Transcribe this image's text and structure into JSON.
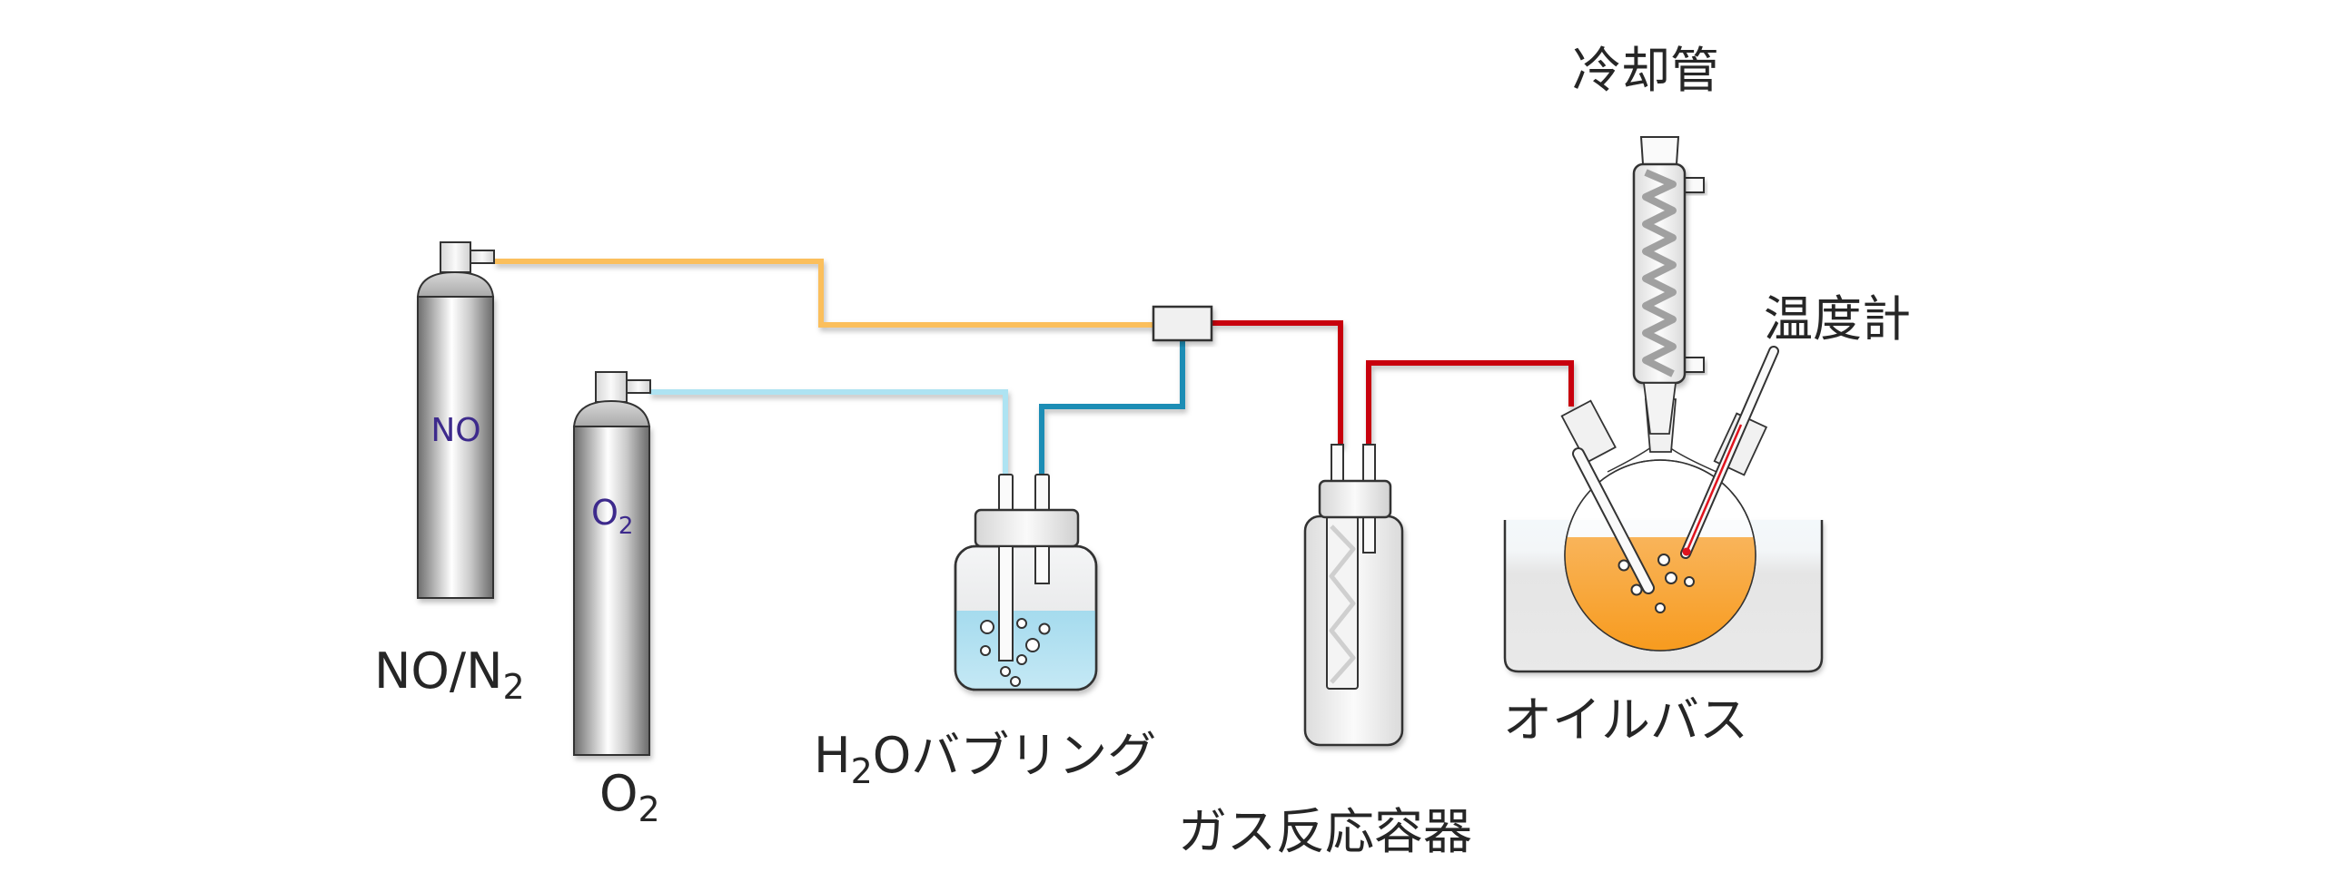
{
  "diagram": {
    "cylinders": [
      {
        "id": "no",
        "inner_label": "NO",
        "label_main": "NO/N",
        "label_sub": "2"
      },
      {
        "id": "o2",
        "inner_label_main": "O",
        "inner_label_sub": "2",
        "label_main": "O",
        "label_sub": "2"
      }
    ],
    "bubbler": {
      "label_pre": "H",
      "label_sub": "2",
      "label_post": "Oバブリング"
    },
    "gas_reactor": {
      "label": "ガス反応容器"
    },
    "oil_bath": {
      "label": "オイルバス"
    },
    "condenser": {
      "label": "冷却管"
    },
    "thermometer": {
      "label": "温度計"
    },
    "colors": {
      "no_line": "#fbbf5c",
      "o2_line": "#aee3f2",
      "humid_line": "#1e8db5",
      "mixed_line": "#c8000a",
      "water": "#a6dcef",
      "oil": "#f7a12c",
      "gas_text": "#3d2a8c"
    }
  }
}
